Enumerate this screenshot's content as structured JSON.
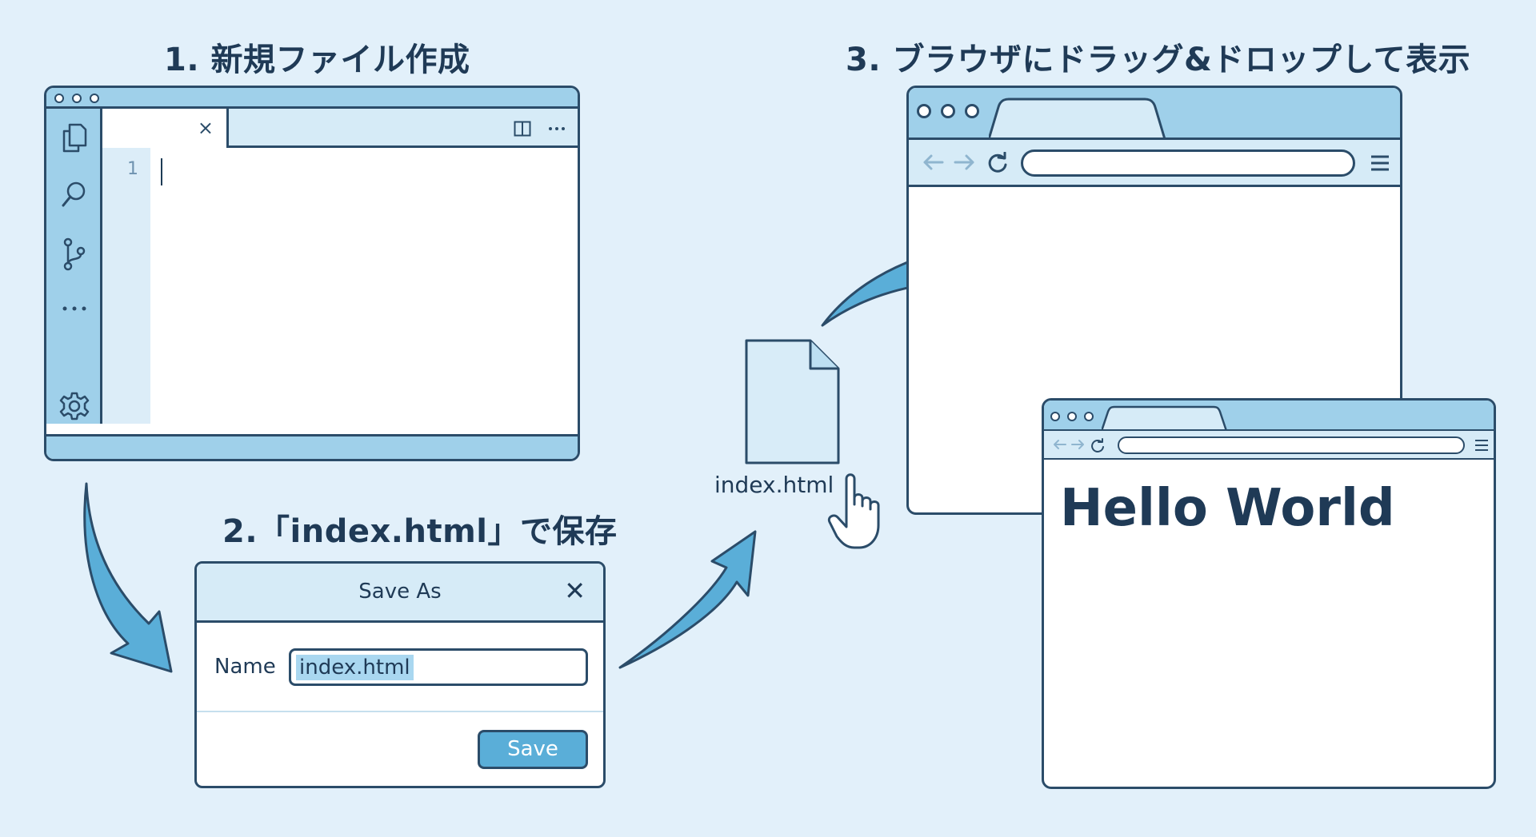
{
  "steps": {
    "step1": "1. 新規ファイル作成",
    "step2": "2.「index.html」で保存",
    "step3": "3. ブラウザにドラッグ&ドロップして表示"
  },
  "editor": {
    "tab_close": "×",
    "line_number": "1",
    "split_icon": "split-editor-icon",
    "more_icon": "ellipsis-icon",
    "activity_icons": [
      "files-icon",
      "search-icon",
      "source-control-icon",
      "more-icon",
      "settings-icon"
    ]
  },
  "save_dialog": {
    "title": "Save As",
    "close": "✕",
    "name_label": "Name",
    "name_value": "index.html",
    "save_button": "Save"
  },
  "file": {
    "name": "index.html"
  },
  "browser": {
    "page_heading": "Hello World",
    "nav_icons": [
      "back-arrow-icon",
      "forward-arrow-icon",
      "reload-icon",
      "menu-icon"
    ]
  },
  "colors": {
    "background": "#e2f0fa",
    "accent": "#5aaed8",
    "chrome": "#9fd0ea",
    "outline": "#2b4c69"
  }
}
